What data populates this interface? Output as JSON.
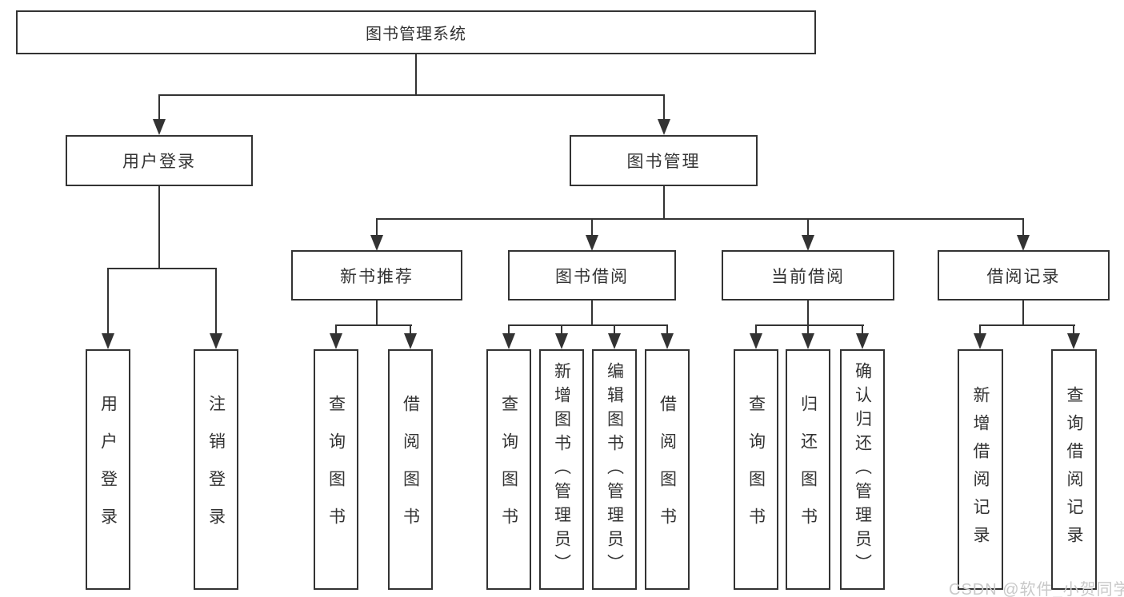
{
  "root": {
    "label": "图书管理系统"
  },
  "user_login": {
    "label": "用户登录",
    "children": [
      {
        "label": "用户登录"
      },
      {
        "label": "注销登录"
      }
    ]
  },
  "book_mgmt": {
    "label": "图书管理",
    "sections": [
      {
        "label": "新书推荐",
        "children": [
          {
            "label": "查询图书"
          },
          {
            "label": "借阅图书"
          }
        ]
      },
      {
        "label": "图书借阅",
        "children": [
          {
            "label": "查询图书"
          },
          {
            "label": "新增图书（管理员）"
          },
          {
            "label": "编辑图书（管理员）"
          },
          {
            "label": "借阅图书"
          }
        ]
      },
      {
        "label": "当前借阅",
        "children": [
          {
            "label": "查询图书"
          },
          {
            "label": "归还图书"
          },
          {
            "label": "确认归还（管理员）"
          }
        ]
      },
      {
        "label": "借阅记录",
        "children": [
          {
            "label": "新增借阅记录"
          },
          {
            "label": "查询借阅记录"
          }
        ]
      }
    ]
  },
  "watermark": "CSDN @软件_小贺同学",
  "colors": {
    "line": "#333333",
    "text": "#333333",
    "watermark_text": "#c9c9c9",
    "background": "#ffffff"
  }
}
